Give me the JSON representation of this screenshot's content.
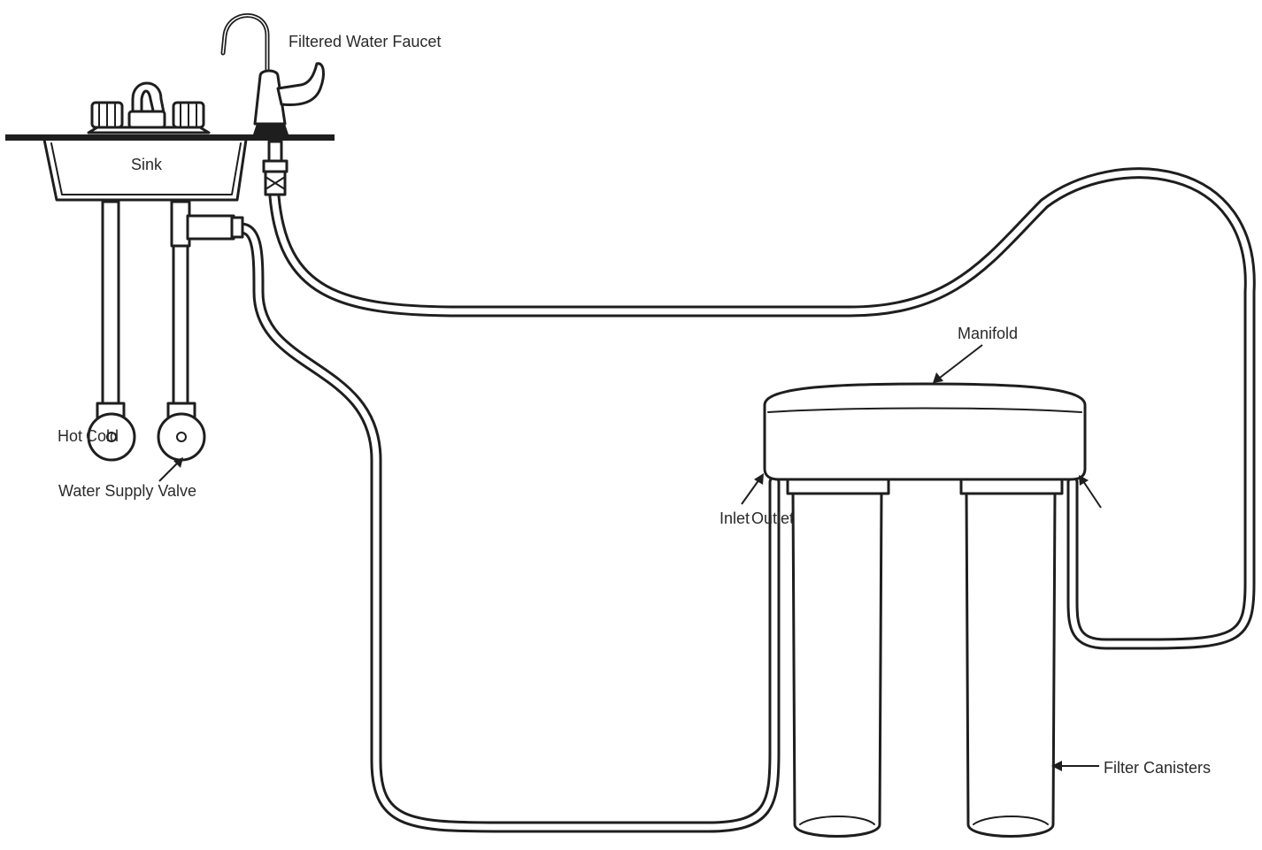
{
  "diagram": {
    "labels": {
      "filtered_water_faucet": "Filtered Water Faucet",
      "sink": "Sink",
      "hot": "Hot",
      "cold": "Cold",
      "water_supply_valve": "Water Supply Valve",
      "manifold": "Manifold",
      "inlet": "Inlet",
      "outlet": "Outlet",
      "filter_canisters": "Filter Canisters"
    },
    "colors": {
      "ink": "#1e1e1e",
      "background": "#ffffff",
      "label_text": "#2a2a2a"
    }
  }
}
